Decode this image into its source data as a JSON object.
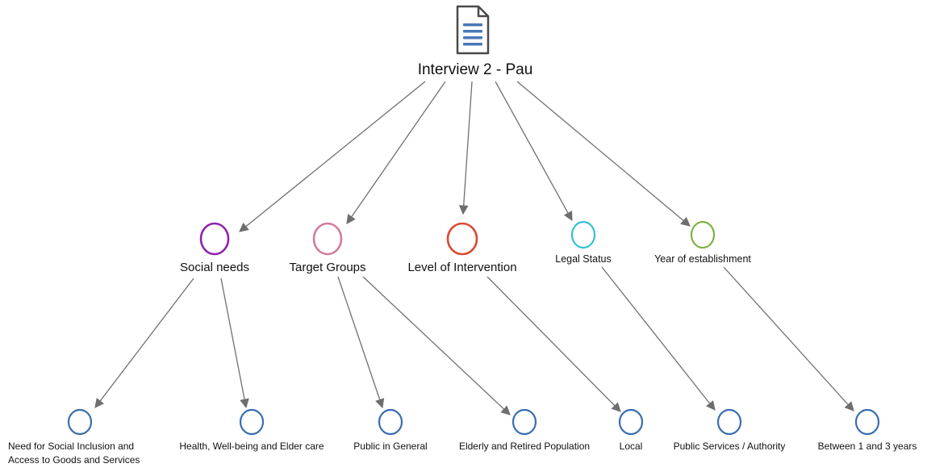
{
  "root": {
    "label": "Interview  2 - Pau",
    "icon": "document-icon"
  },
  "categories": [
    {
      "label": "Social needs",
      "color": "#8e24aa"
    },
    {
      "label": "Target Groups",
      "color": "#d47aa0"
    },
    {
      "label": "Level of Intervention",
      "color": "#d84a33"
    },
    {
      "label": "Legal Status",
      "color": "#35c0cf"
    },
    {
      "label": "Year of establishment",
      "color": "#7cb342"
    }
  ],
  "codes": [
    {
      "label": "Need for Social Inclusion and\nAccess to Goods and Services",
      "parent": "Social needs"
    },
    {
      "label": "Health, Well-being and Elder care",
      "parent": "Social needs"
    },
    {
      "label": "Public in General",
      "parent": "Target Groups"
    },
    {
      "label": "Elderly and Retired Population",
      "parent": "Target Groups"
    },
    {
      "label": "Local",
      "parent": "Level of Intervention"
    },
    {
      "label": "Public Services / Authority",
      "parent": "Legal Status"
    },
    {
      "label": "Between 1 and 3 years",
      "parent": "Year of establishment"
    }
  ],
  "colors": {
    "code_node": "#3a6eb0",
    "edge": "#707070",
    "doc_icon": "#4a78b8"
  }
}
